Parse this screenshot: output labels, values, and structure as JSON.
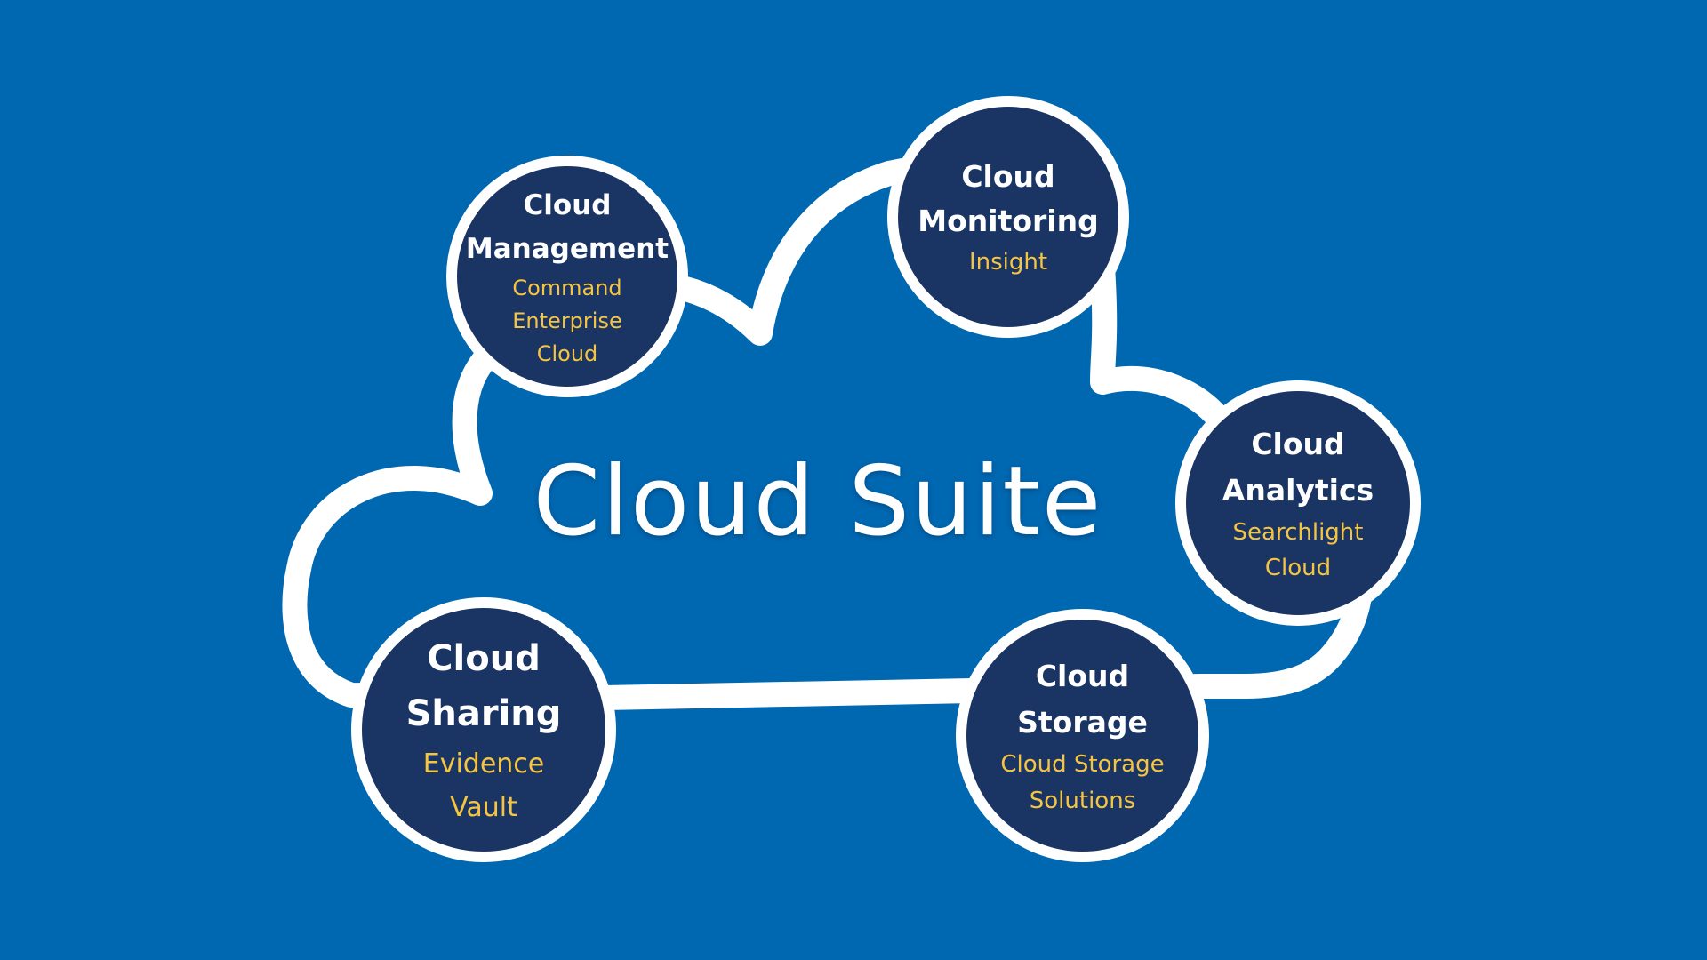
{
  "diagram": {
    "title": "Cloud Suite",
    "colors": {
      "background": "#0067b1",
      "outline": "#ffffff",
      "node_fill": "#1a3563",
      "node_title": "#ffffff",
      "node_subtitle": "#f5c542"
    },
    "nodes": {
      "management": {
        "title_lines": [
          "Cloud",
          "Management"
        ],
        "sub_lines": [
          "Command",
          "Enterprise",
          "Cloud"
        ]
      },
      "monitoring": {
        "title_lines": [
          "Cloud",
          "Monitoring"
        ],
        "sub_lines": [
          "Insight"
        ]
      },
      "analytics": {
        "title_lines": [
          "Cloud",
          "Analytics"
        ],
        "sub_lines": [
          "Searchlight",
          "Cloud"
        ]
      },
      "sharing": {
        "title_lines": [
          "Cloud",
          "Sharing"
        ],
        "sub_lines": [
          "Evidence",
          "Vault"
        ]
      },
      "storage": {
        "title_lines": [
          "Cloud",
          "Storage"
        ],
        "sub_lines": [
          "Cloud Storage",
          "Solutions"
        ]
      }
    }
  }
}
